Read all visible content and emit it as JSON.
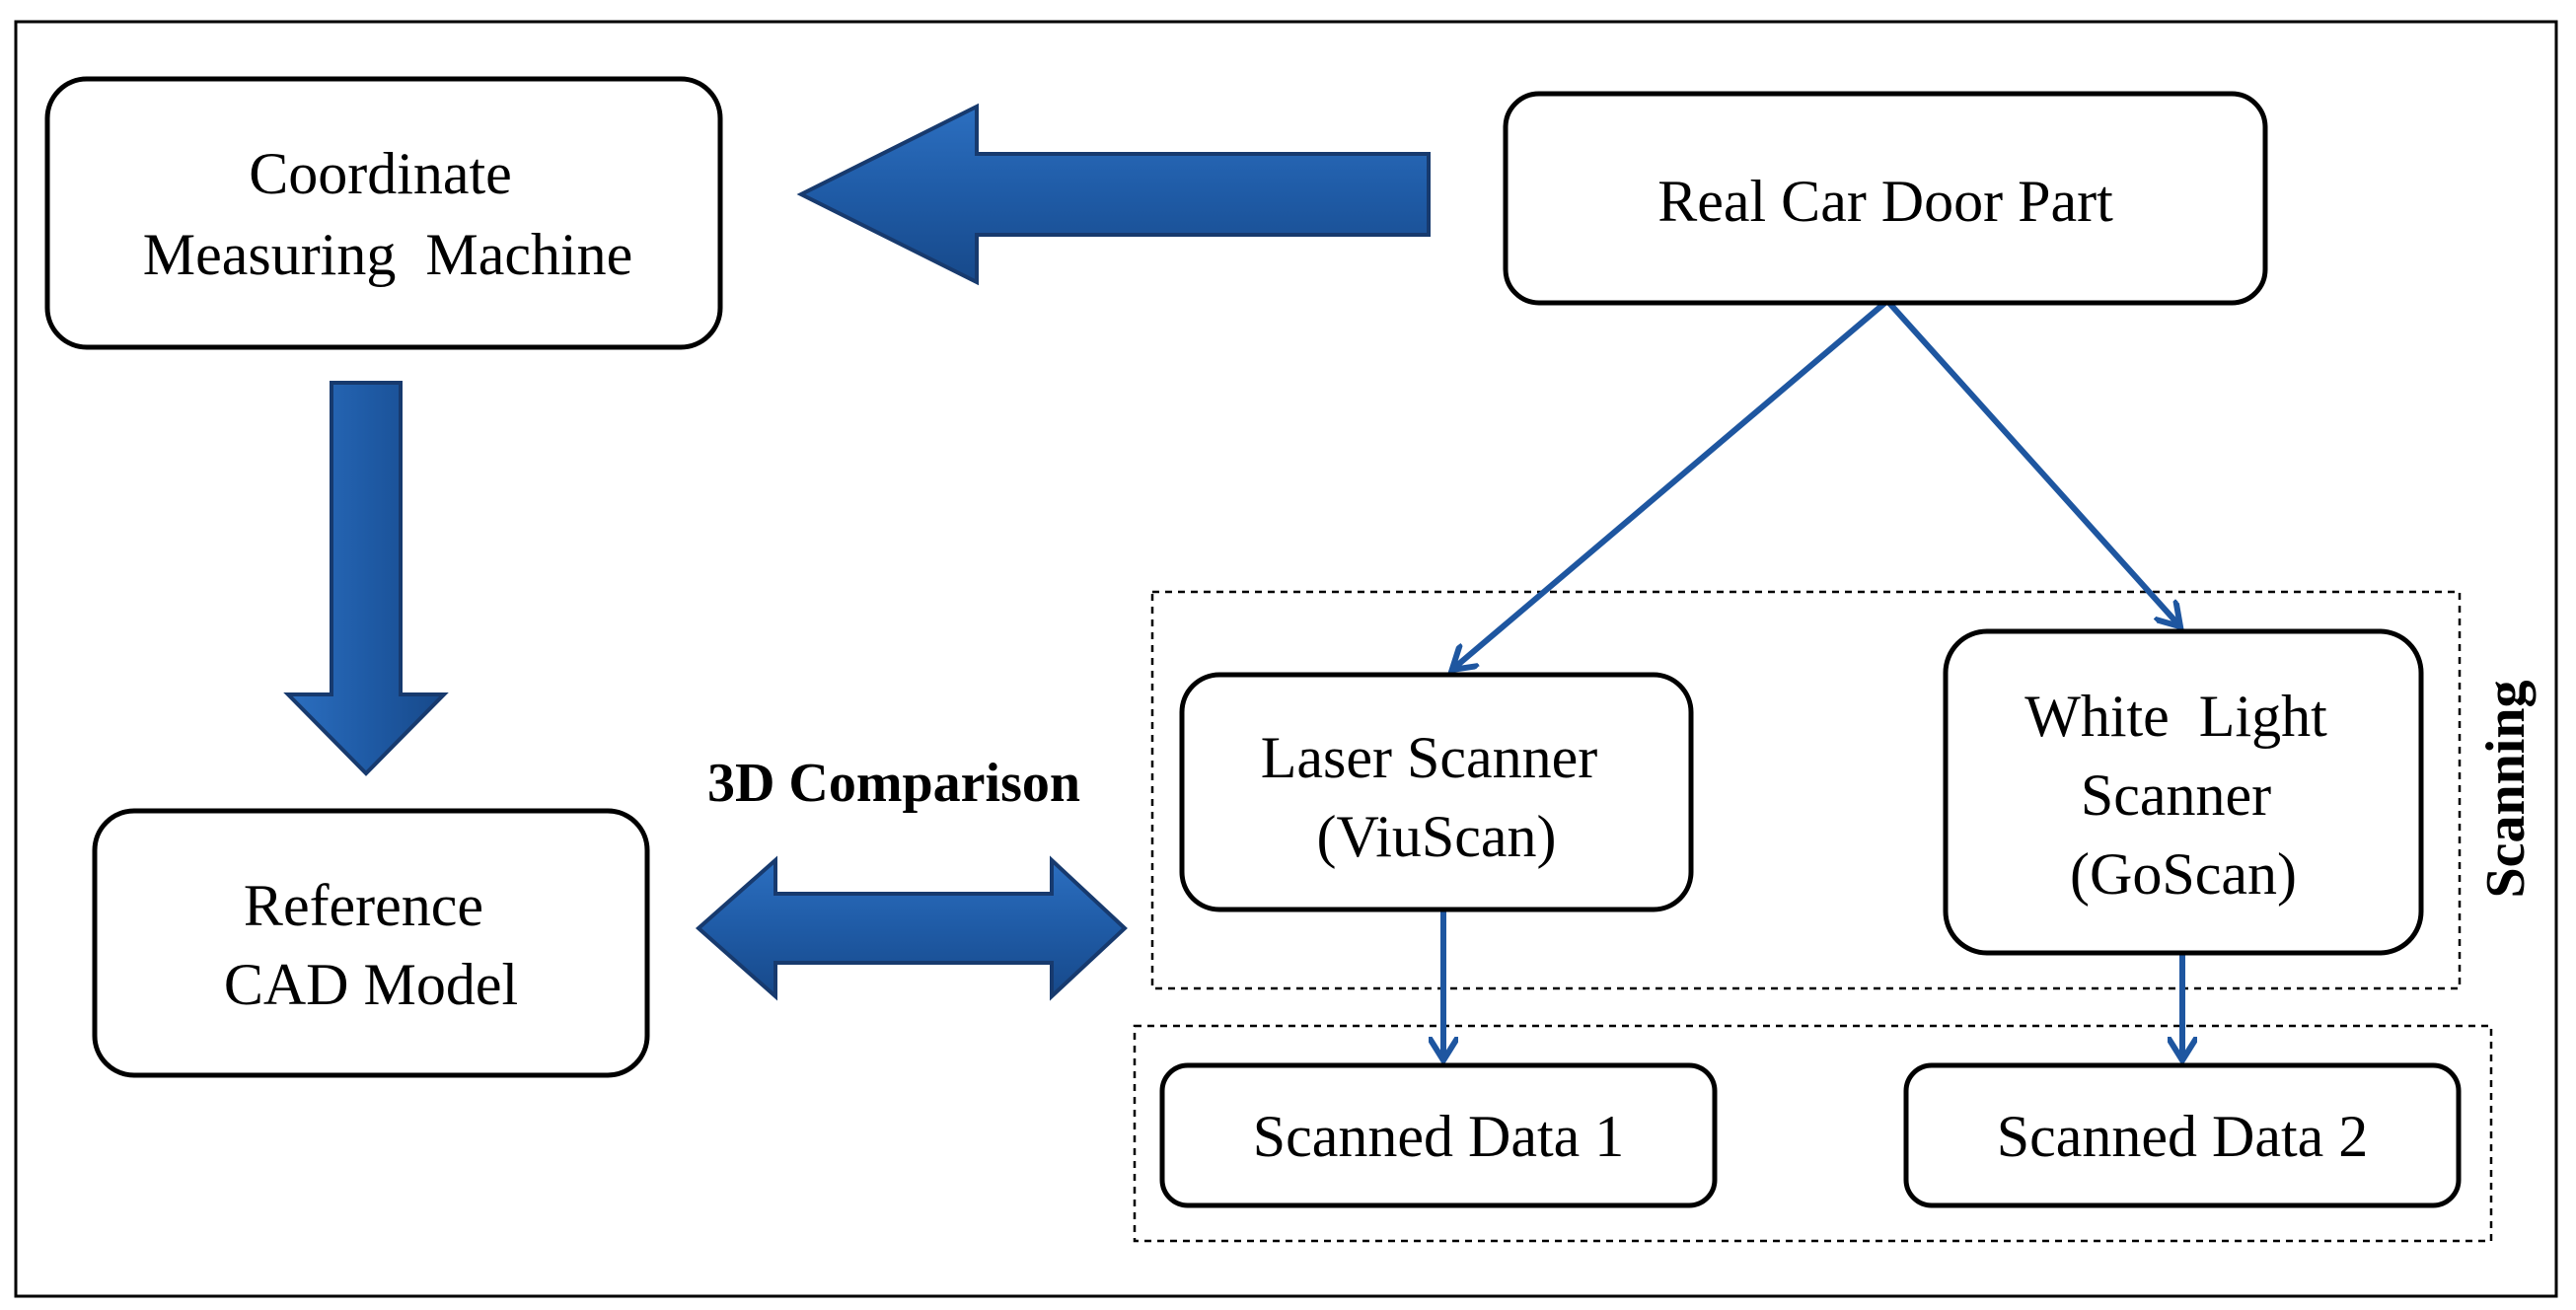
{
  "colors": {
    "arrow_fill": "#1f5ba6",
    "arrow_outline": "#173a6e",
    "connector": "#1e56a0",
    "box_border": "#000000",
    "frame_border": "#000000"
  },
  "nodes": {
    "cmm": {
      "lines": [
        "Coordinate",
        "Measuring  Machine"
      ]
    },
    "car_door": {
      "lines": [
        "Real Car Door Part"
      ]
    },
    "cad_model": {
      "lines": [
        "Reference",
        "CAD Model"
      ]
    },
    "laser_scanner": {
      "lines": [
        "Laser Scanner",
        "(ViuScan)"
      ]
    },
    "white_light_scanner": {
      "lines": [
        "White  Light",
        "Scanner",
        "(GoScan)"
      ]
    },
    "scanned_data_1": {
      "lines": [
        "Scanned Data 1"
      ]
    },
    "scanned_data_2": {
      "lines": [
        "Scanned Data 2"
      ]
    }
  },
  "labels": {
    "comparison": "3D Comparison",
    "scanning": "Scanning"
  }
}
